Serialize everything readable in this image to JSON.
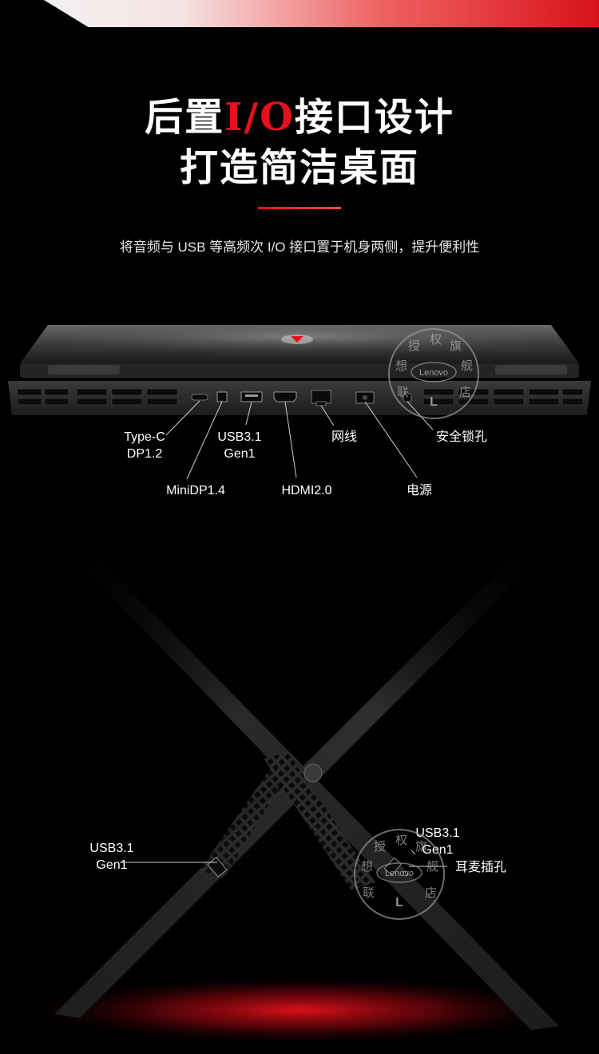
{
  "headline": {
    "line1_prefix": "后置",
    "line1_accent": "I/O",
    "line1_suffix": "接口设计",
    "line2": "打造简洁桌面"
  },
  "subtitle": "将音频与 USB 等高频次 I/O 接口置于机身两侧，提升便利性",
  "rear_ports": {
    "typec_line1": "Type-C",
    "typec_line2": "DP1.2",
    "minidp": "MiniDP1.4",
    "usb_line1": "USB3.1",
    "usb_line2": "Gen1",
    "hdmi": "HDMI2.0",
    "lan": "网线",
    "power": "电源",
    "lock": "安全锁孔"
  },
  "side_ports": {
    "left_usb_line1": "USB3.1",
    "left_usb_line2": "Gen1",
    "right_usb_line1": "USB3.1",
    "right_usb_line2": "Gen1",
    "audio": "耳麦插孔"
  },
  "watermark": {
    "chars": [
      "联",
      "想",
      "授",
      "权",
      "旗",
      "舰",
      "店"
    ],
    "brand": "Lenovo",
    "letter": "L"
  },
  "colors": {
    "accent": "#e8101c",
    "background": "#000000"
  }
}
